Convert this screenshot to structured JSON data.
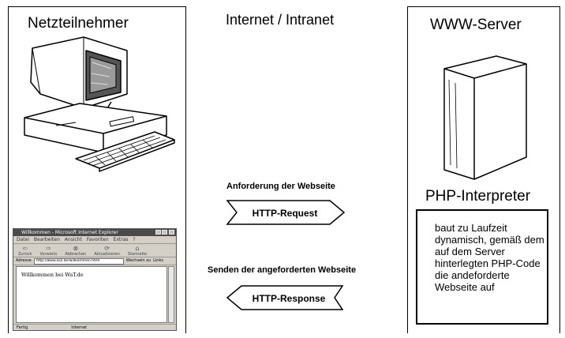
{
  "client": {
    "title": "Netzteilnehmer"
  },
  "network": {
    "title": "Internet / Intranet",
    "request_caption": "Anforderung der Webseite",
    "request_label": "HTTP-Request",
    "response_caption": "Senden der angeforderten Webseite",
    "response_label": "HTTP-Response"
  },
  "server": {
    "title": "WWW-Server",
    "php_title": "PHP-Interpreter",
    "php_description": "baut zu Laufzeit dynamisch, gemäß dem auf dem Server hinterlegten PHP-Code die andeforderte Webseite auf"
  },
  "browser": {
    "window_title": "Willkommen - Microsoft Internet Explorer",
    "menu": "Datei  Bearbeiten  Ansicht  Favoriten  Extras  ?",
    "toolbar": [
      "Zurück",
      "Vorwärts",
      "Abbrechen",
      "Aktualisieren",
      "Startseite"
    ],
    "address_label": "Adresse",
    "address_value": "http://www.osz.de/willkommen.html",
    "go_label": "Wechseln zu",
    "links_label": "Links",
    "content_text": "Willkommen bei WaT.de",
    "status_left": "Fertig",
    "status_right": "Internet"
  }
}
